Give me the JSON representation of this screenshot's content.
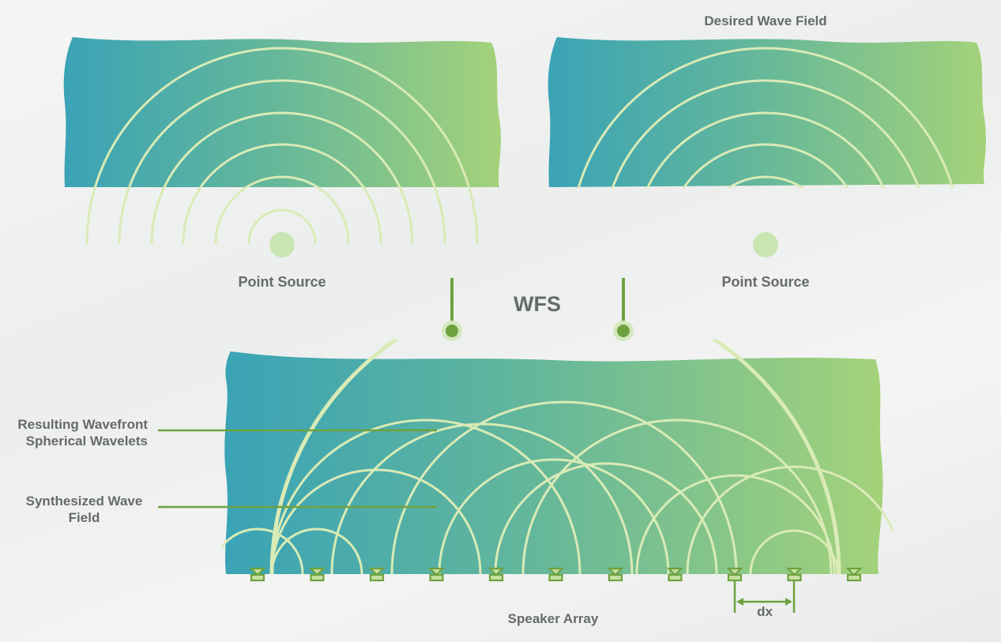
{
  "labels": {
    "desired_wave_field": "Desired Wave Field",
    "point_source_left": "Point Source",
    "point_source_right": "Point Source",
    "wfs": "WFS",
    "resulting_wavefront_line1": "Resulting Wavefront",
    "resulting_wavefront_line2": "Spherical Wavelets",
    "synthesized_line1": "Synthesized Wave",
    "synthesized_line2": "Field",
    "speaker_array": "Speaker Array",
    "dx": "dx"
  },
  "colors": {
    "gradient_start": "#3aa3b6",
    "gradient_mid": "#62b69c",
    "gradient_end": "#a4d27a",
    "wave_line": "#d9ebb6",
    "accent_green": "#6ea23f",
    "source_dot": "#c9e6b2",
    "label_text": "#666a6c"
  },
  "counts": {
    "speakers": 11
  }
}
